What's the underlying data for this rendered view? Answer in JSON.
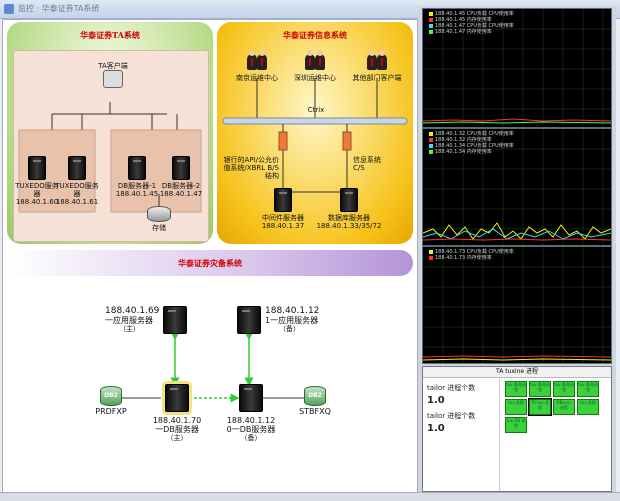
{
  "window": {
    "title": "监控 · 华泰证券TA系统"
  },
  "ta_panel": {
    "title": "华泰证券TA系统",
    "client": "TA客户端",
    "nodes": [
      {
        "name": "TUXEDO服务器",
        "ip": "188.40.1.60"
      },
      {
        "name": "TUXEDO服务器",
        "ip": "188.40.1.61"
      },
      {
        "name": "DB服务器-1",
        "ip": "188.40.1.45"
      },
      {
        "name": "DB服务器-2",
        "ip": "188.40.1.47"
      }
    ],
    "storage": "存储"
  },
  "info_panel": {
    "title": "华泰证券信息系统",
    "clients": [
      "南京运维中心",
      "深圳运维中心",
      "其他部门客户端"
    ],
    "citrix": "Ctrix",
    "bank_label": "银行的API/公允价值系统/XBRL B/S结构",
    "fin_label": "信息系统 C/S",
    "middleware": {
      "name": "中间件服务器",
      "ip": "188.40.1.37"
    },
    "database": {
      "name": "数据库服务器",
      "ip": "188.40.1.33/35/72"
    }
  },
  "ha_panel": {
    "title": "华泰证券灾备系统",
    "app_main": {
      "ip": "188.40.1.69",
      "name": "一应用服务器",
      "role": "（主）"
    },
    "app_backup": {
      "ip": "188.40.1.12",
      "name": "1一应用服务器",
      "role": "（备）"
    },
    "db_main": {
      "ip": "188.40.1.70",
      "name": "一DB服务器",
      "role": "（主）"
    },
    "db_backup": {
      "ip": "188.40.1.12",
      "name": "0一DB服务器",
      "role": "（备）"
    },
    "prd": {
      "badge": "DB2",
      "name": "PRDFXP"
    },
    "stb": {
      "badge": "DB2",
      "name": "STBFXQ"
    }
  },
  "monitor": {
    "charts": [
      {
        "legend": [
          {
            "text": "188.40.1.45 CPU负载 CPU使用率",
            "color": "#f2f200"
          },
          {
            "text": "188.40.1.45 内存使用率",
            "color": "#ff3030"
          },
          {
            "text": "188.40.1.47 CPU负载 CPU使用率",
            "color": "#30e0ff"
          },
          {
            "text": "188.40.1.47 内存使用率",
            "color": "#40ff40"
          }
        ]
      },
      {
        "legend": [
          {
            "text": "188.40.1.32 CPU负载 CPU使用率",
            "color": "#f2f200"
          },
          {
            "text": "188.40.1.32 内存使用率",
            "color": "#ff3030"
          },
          {
            "text": "188.40.1.34 CPU负载 CPU使用率",
            "color": "#30e0ff"
          },
          {
            "text": "188.40.1.34 内存使用率",
            "color": "#40ff40"
          }
        ]
      },
      {
        "legend": [
          {
            "text": "188.40.1.73 CPU负载 CPU使用率",
            "color": "#f2f200"
          },
          {
            "text": "188.40.1.73 内存使用率",
            "color": "#ff3030"
          }
        ]
      }
    ],
    "tux_title": "TA tuxine 进程",
    "metrics": [
      {
        "label": "tailor 进程个数",
        "value": "1.0"
      },
      {
        "label": "tailor 进程个数",
        "value": "1.0"
      }
    ],
    "procs": [
      "tux 查询流程",
      "tux 查询流程",
      "tux 查询流程",
      "tux 查询流程",
      "tux 进程",
      "TA tux 进程",
      "DBsync 进程",
      "tux 进程",
      "tux DB 进程"
    ]
  }
}
